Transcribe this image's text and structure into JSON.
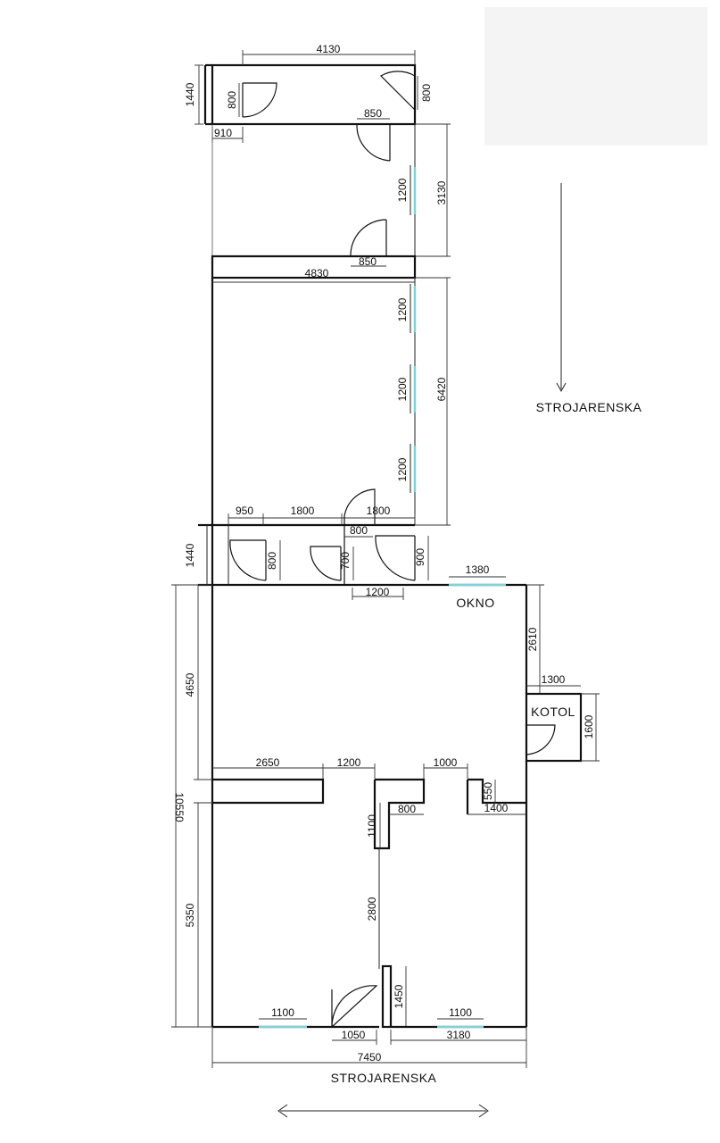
{
  "labels": {
    "street_right": "STROJARENSKA",
    "street_bottom": "STROJARENSKA",
    "window_label": "OKNO",
    "boiler_label": "KOTOL"
  },
  "dimensions": {
    "top_width": "4130",
    "top_height": "1440",
    "top_door_left": "800",
    "top_door_right": "800",
    "top_left_offset": "910",
    "corridor_door_top": "850",
    "corridor_window": "1200",
    "corridor_length": "3130",
    "corridor_door_bottom": "850",
    "mid_room_width": "4830",
    "mid_window_1": "1200",
    "mid_window_2": "1200",
    "mid_window_3": "1200",
    "mid_room_length": "6420",
    "small_950": "950",
    "small_1800a": "1800",
    "small_1800b": "1800",
    "small_800_top": "800",
    "small_height": "1440",
    "small_door_800": "800",
    "small_door_700": "700",
    "small_door_900": "900",
    "big_okno_1380": "1380",
    "big_top_1200": "1200",
    "big_2610": "2610",
    "big_1300": "1300",
    "kotol_1600": "1600",
    "big_4650": "4650",
    "big_10550": "10550",
    "big_2650": "2650",
    "big_1200_mid": "1200",
    "big_1000": "1000",
    "big_550": "550",
    "big_1400": "1400",
    "big_800": "800",
    "big_1100_v": "1100",
    "big_5350": "5350",
    "big_2800": "2800",
    "big_1450": "1450",
    "big_1100_left": "1100",
    "big_1050": "1050",
    "big_1100_right": "1100",
    "big_3180": "3180",
    "big_7450": "7450"
  }
}
